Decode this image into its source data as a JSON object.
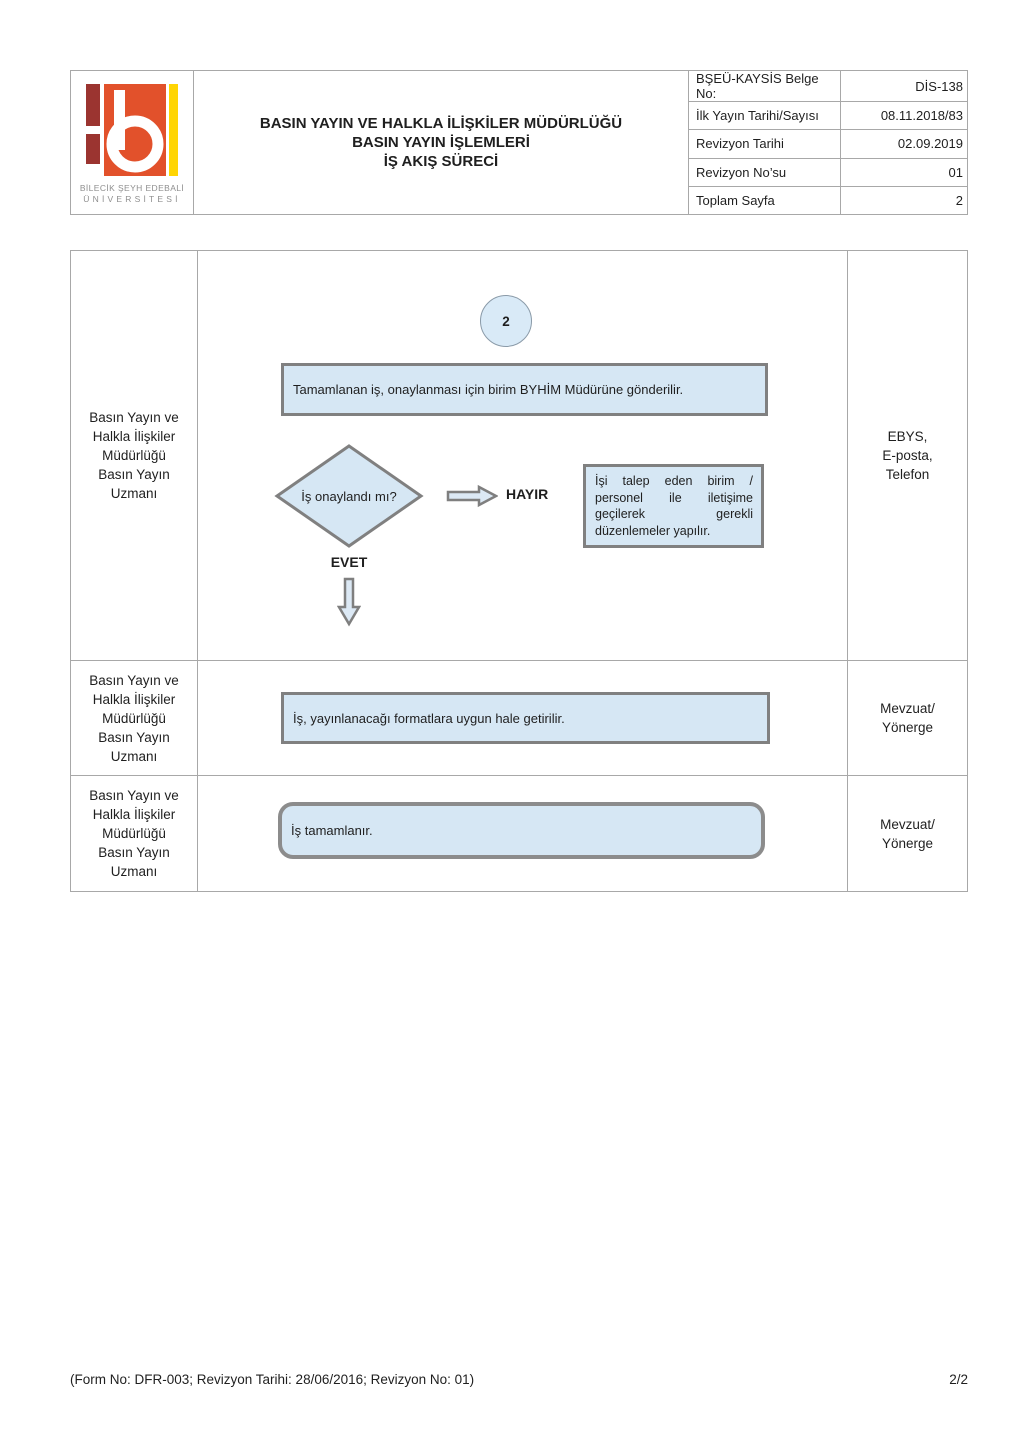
{
  "header": {
    "logo": {
      "university_line1": "BİLECİK ŞEYH EDEBALİ",
      "university_line2": "ÜNİVERSİTESİ",
      "colors": {
        "maroon": "#9b3430",
        "orange": "#e2512b",
        "yellow": "#ffd503"
      }
    },
    "title_line1": "BASIN YAYIN VE HALKLA İLİŞKİLER MÜDÜRLÜĞÜ",
    "title_line2": "BASIN YAYIN İŞLEMLERİ",
    "title_line3": "İŞ AKIŞ SÜRECİ",
    "info_rows": [
      {
        "label": "BŞEÜ-KAYSİS Belge No:",
        "value": "DİS-138"
      },
      {
        "label": "İlk Yayın Tarihi/Sayısı",
        "value": "08.11.2018/83"
      },
      {
        "label": "Revizyon Tarihi",
        "value": "02.09.2019"
      },
      {
        "label": "Revizyon No’su",
        "value": "01"
      },
      {
        "label": "Toplam Sayfa",
        "value": "2"
      }
    ]
  },
  "flowchart": {
    "colors": {
      "shape_fill": "#d6e7f4",
      "shape_border": "#808080"
    },
    "rows": [
      {
        "actor": "Basın Yayın ve\nHalkla İlişkiler\nMüdürlüğü\nBasın Yayın\nUzmanı",
        "resources": "EBYS,\nE-posta,\nTelefon"
      },
      {
        "actor": "Basın Yayın ve\nHalkla İlişkiler\nMüdürlüğü\nBasın Yayın\nUzmanı",
        "resources": "Mevzuat/\nYönerge"
      },
      {
        "actor": "Basın Yayın ve\nHalkla İlişkiler\nMüdürlüğü\nBasın Yayın\nUzmanı",
        "resources": "Mevzuat/\nYönerge"
      }
    ],
    "connector_number": "2",
    "step_send_approval": "Tamamlanan iş, onaylanması için birim BYHİM Müdürüne gönderilir.",
    "decision_question": "İş onaylandı mı?",
    "label_no": "HAYIR",
    "no_action": "İşi talep eden birim / personel ile iletişime geçilerek gerekli düzenlemeler yapılır.",
    "label_yes": "EVET",
    "step_format": "İş, yayınlanacağı formatlara uygun hale getirilir.",
    "step_complete": "İş tamamlanır."
  },
  "footer": {
    "left": "(Form No: DFR-003; Revizyon Tarihi: 28/06/2016; Revizyon No: 01)",
    "right": "2/2"
  }
}
